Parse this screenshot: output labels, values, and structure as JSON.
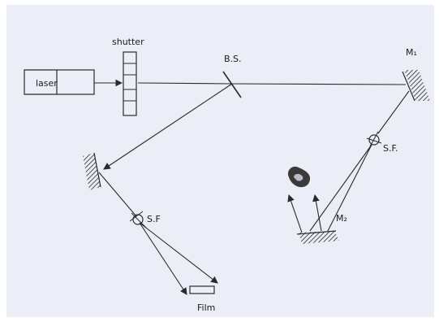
{
  "labels": {
    "laser": "laser",
    "shutter": "shutter",
    "beam_splitter": "B.S.",
    "mirror_1": "M₁",
    "spatial_filter_right": "S.F.",
    "spatial_filter_left": "S.F",
    "mirror_2": "M₂",
    "film": "Film"
  },
  "colors": {
    "paper": "#ebedf7",
    "ink": "#2a2a2a",
    "object": "#3a3a3a"
  }
}
